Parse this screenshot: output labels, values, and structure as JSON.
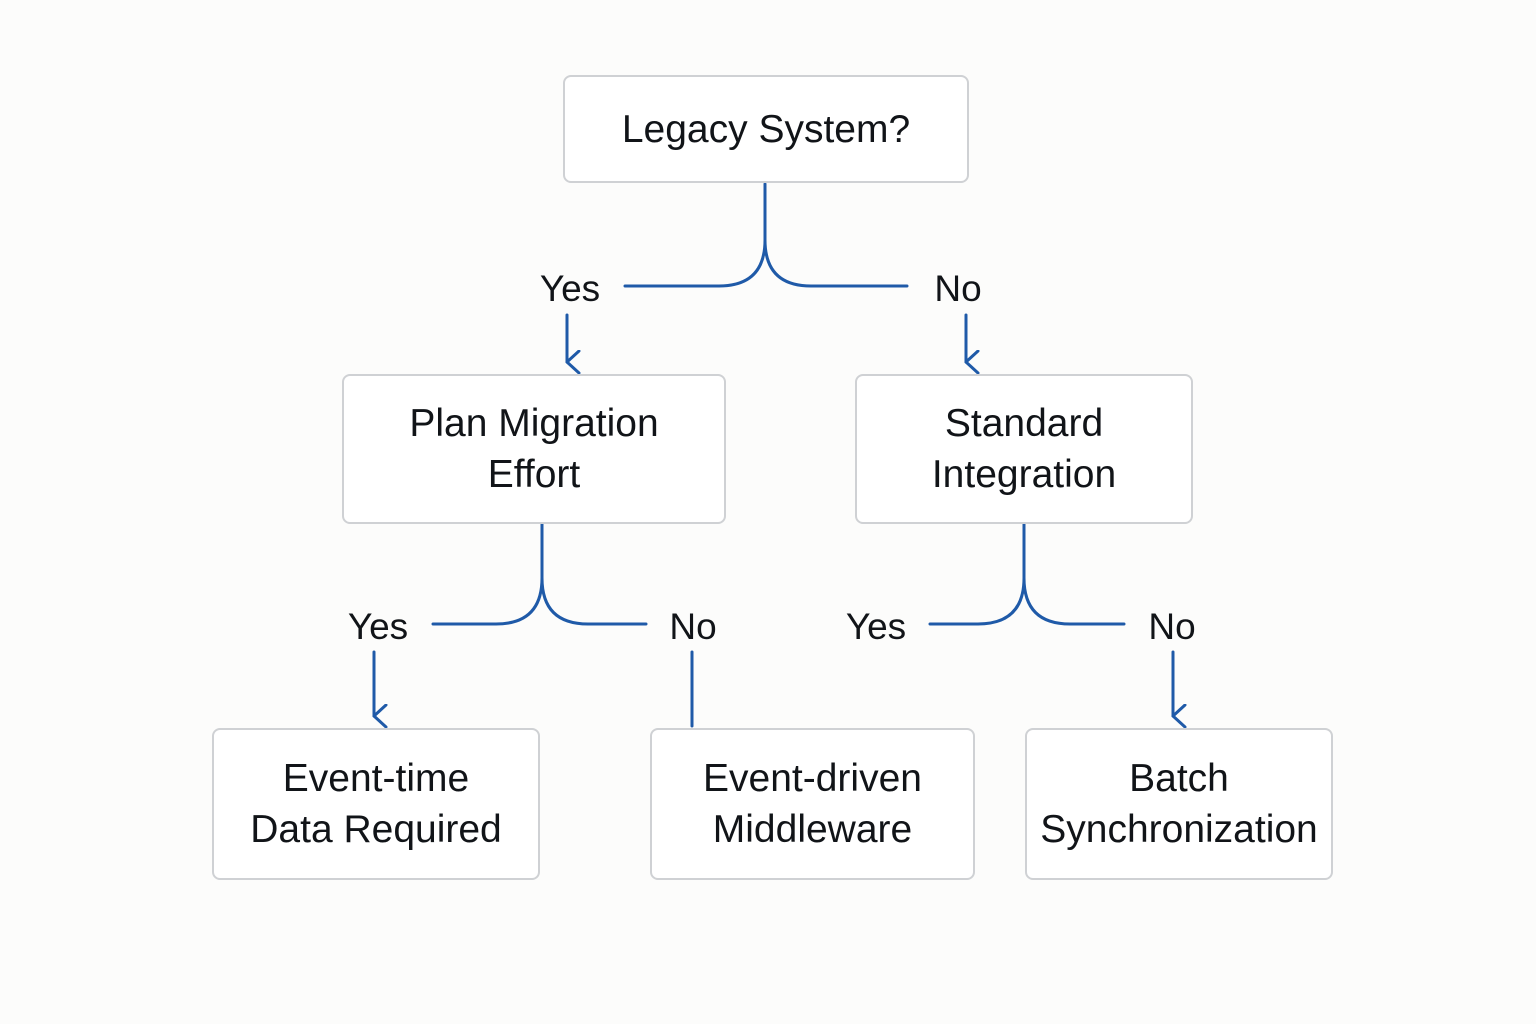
{
  "colors": {
    "connector": "#1f5aa8",
    "node_border": "#cfd1d4",
    "text": "#111418",
    "background": "#fcfcfb"
  },
  "nodes": {
    "root": {
      "lines": [
        "Legacy System?"
      ]
    },
    "plan_migration": {
      "lines": [
        "Plan Migration",
        "Effort"
      ]
    },
    "standard_integration": {
      "lines": [
        "Standard",
        "Integration"
      ]
    },
    "event_time": {
      "lines": [
        "Event-time",
        "Data Required"
      ]
    },
    "event_driven": {
      "lines": [
        "Event-driven",
        "Middleware"
      ]
    },
    "batch_sync": {
      "lines": [
        "Batch",
        "Synchronization"
      ]
    }
  },
  "branches": {
    "root_yes": "Yes",
    "root_no": "No",
    "plan_yes": "Yes",
    "plan_no": "No",
    "standard_yes": "Yes",
    "standard_no": "No"
  }
}
